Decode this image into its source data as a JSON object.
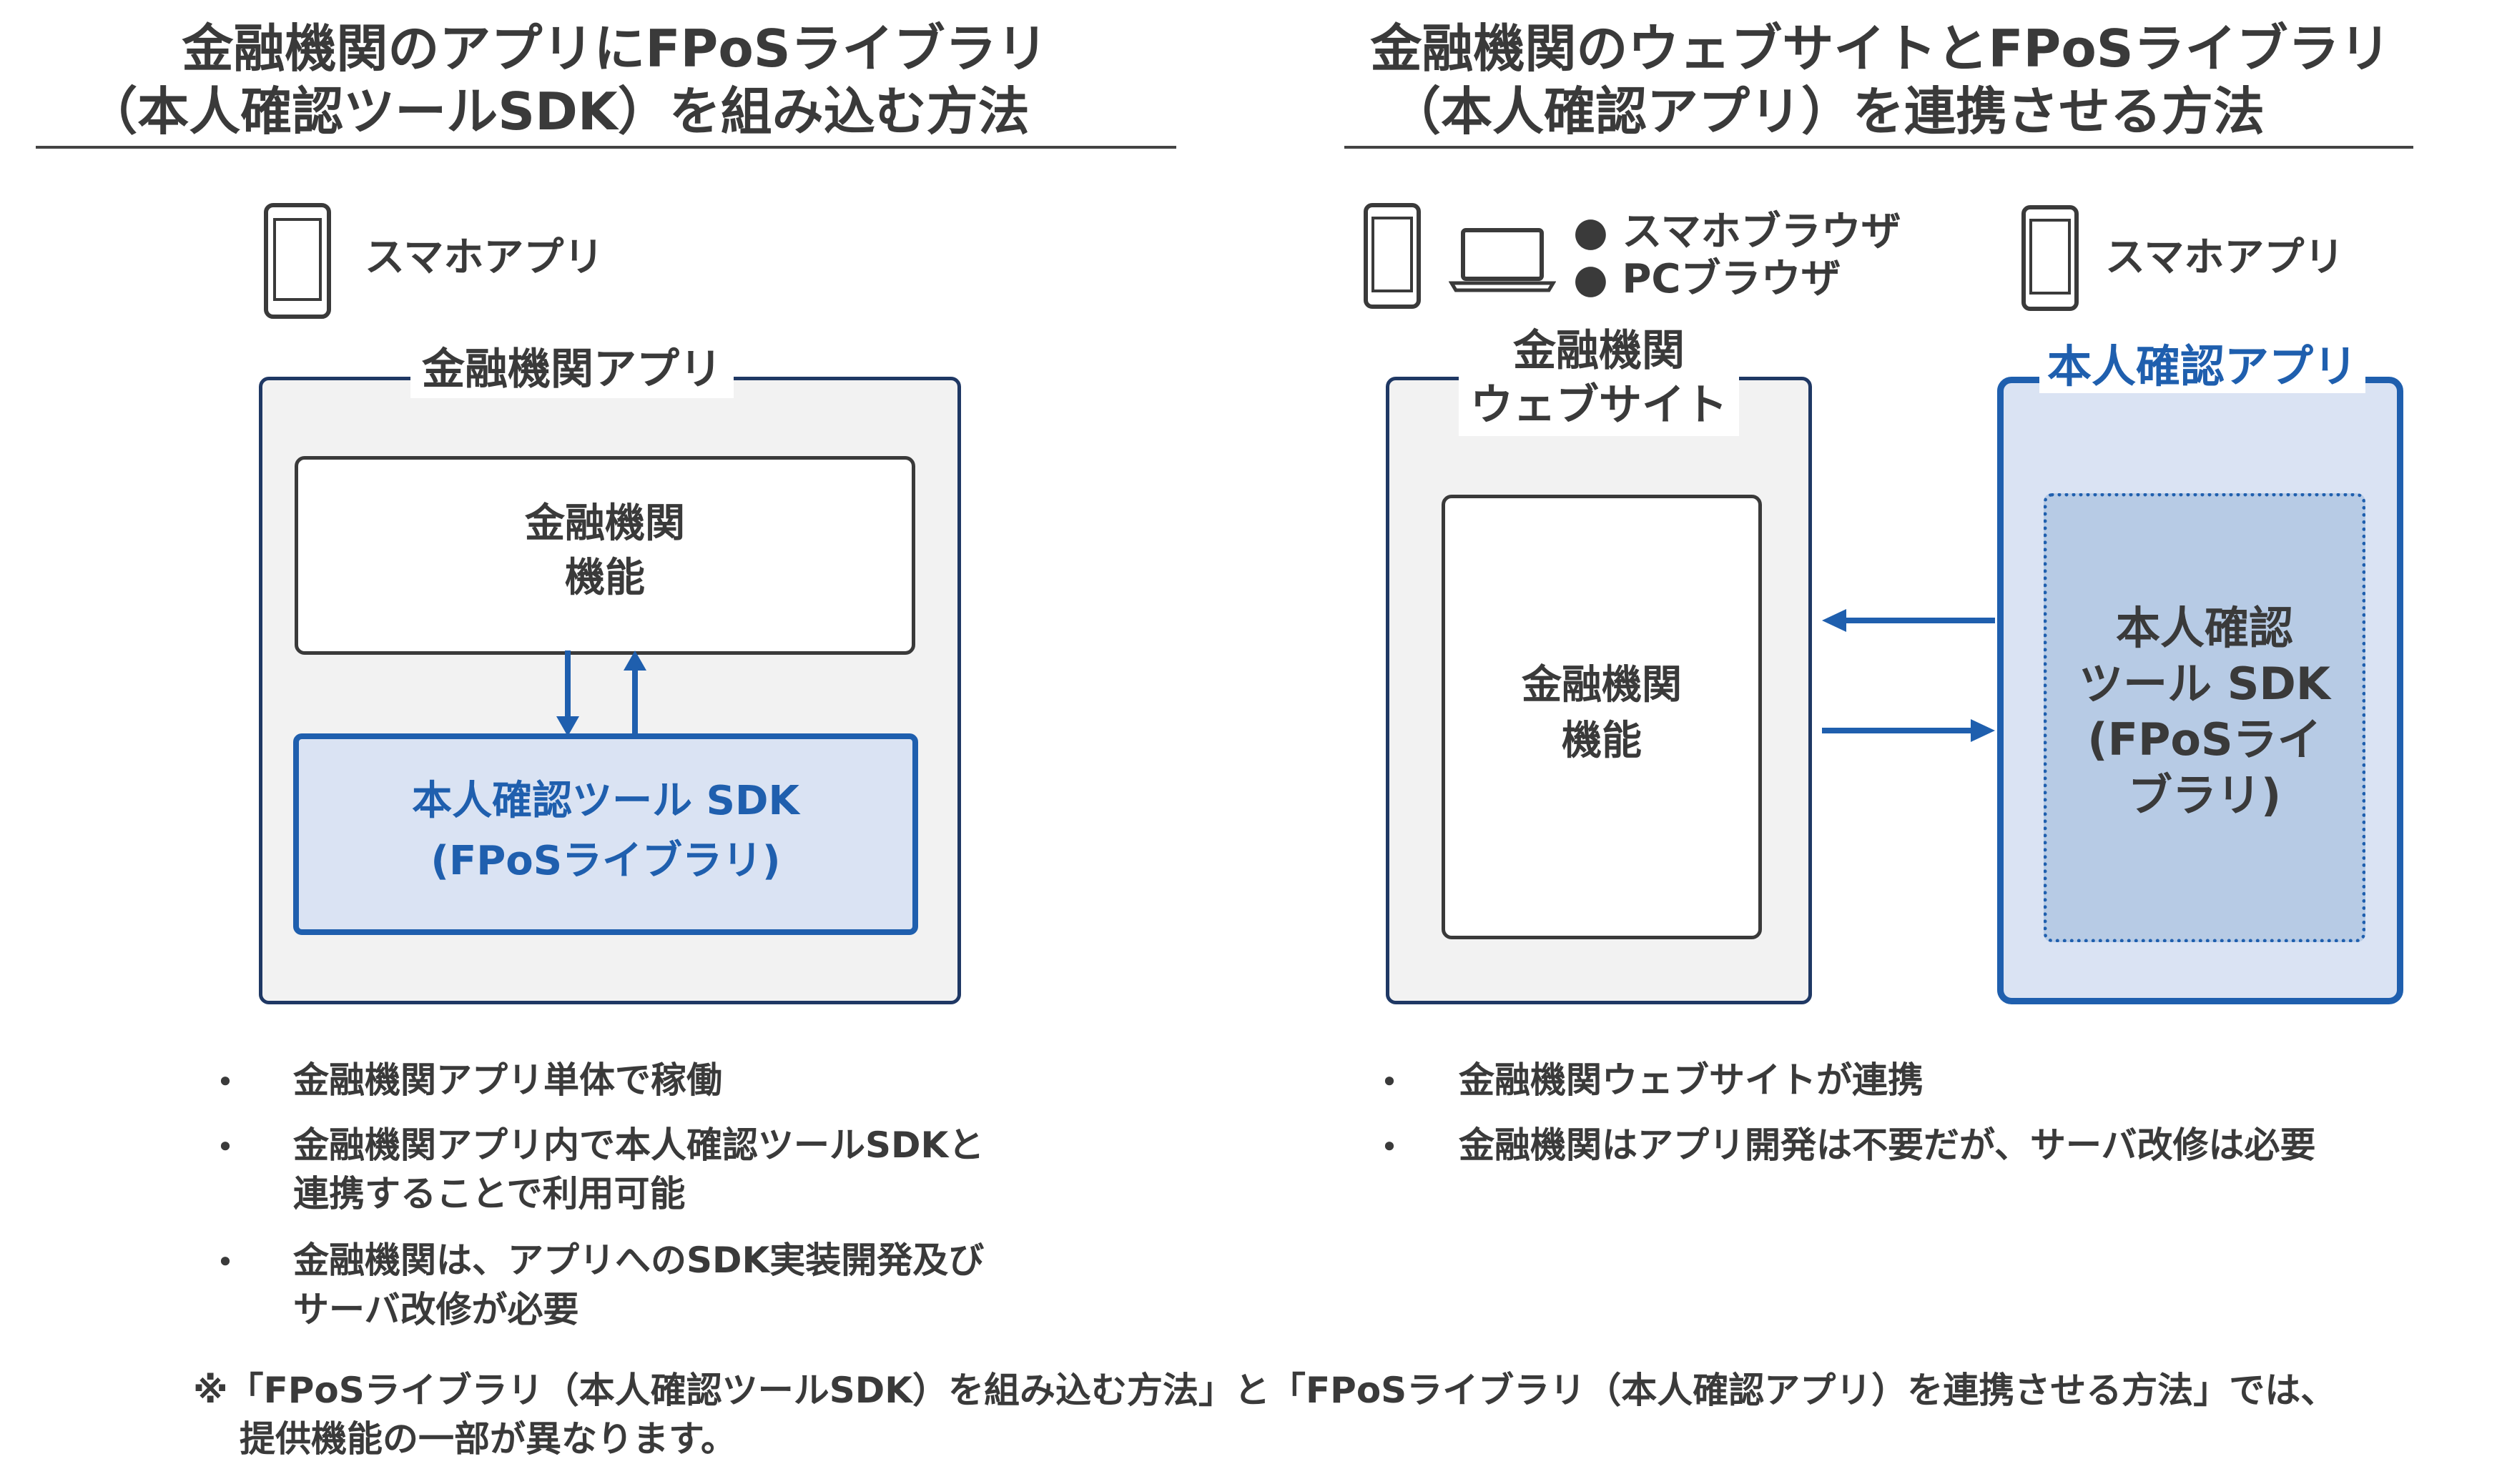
{
  "left": {
    "title_line1": "金融機関のアプリにFPoSライブラリ",
    "title_line2": "（本人確認ツールSDK）を組み込む方法",
    "device_label": "スマホアプリ",
    "app_tag": "金融機関アプリ",
    "function_box_line1": "金融機関",
    "function_box_line2": "機能",
    "sdk_box_line1": "本人確認ツール SDK",
    "sdk_box_line2": "(FPoSライブラリ)",
    "bullets": [
      {
        "line1": "金融機関アプリ単体で稼働",
        "line2": ""
      },
      {
        "line1": "金融機関アプリ内で本人確認ツールSDKと",
        "line2": "連携することで利用可能"
      },
      {
        "line1": "金融機関は、アプリへのSDK実装開発及び",
        "line2": "サーバ改修が必要"
      }
    ]
  },
  "right": {
    "title_line1": "金融機関のウェブサイトとFPoSライブラリ",
    "title_line2": "（本人確認アプリ）を連携させる方法",
    "browser_labels": [
      "● スマホブラウザ",
      "● PCブラウザ"
    ],
    "device_label": "スマホアプリ",
    "website_tag_line1": "金融機関",
    "website_tag_line2": "ウェブサイト",
    "function_box_line1": "金融機関",
    "function_box_line2": "機能",
    "app_tag": "本人確認アプリ",
    "sdk_line1": "本人確認",
    "sdk_line2": "ツール SDK",
    "sdk_line3": "(FPoSライ",
    "sdk_line4": "ブラリ)",
    "bullets": [
      {
        "line1": "金融機関ウェブサイトが連携"
      },
      {
        "line1": "金融機関はアプリ開発は不要だが、サーバ改修は必要"
      }
    ]
  },
  "bullet_char": "・",
  "footnote_line1": "※「FPoSライブラリ（本人確認ツールSDK）を組み込む方法」と「FPoSライブラリ（本人確認アプリ）を連携させる方法」では、",
  "footnote_line2": "提供機能の一部が異なります。",
  "colors": {
    "accent_blue": "#1f5fae",
    "dark_navy": "#1f3864",
    "light_blue": "#dae3f3",
    "grey_bg": "#f2f2f2"
  },
  "icons": [
    "smartphone-icon",
    "laptop-icon",
    "arrow-down-icon",
    "arrow-up-icon",
    "arrow-left-icon",
    "arrow-right-icon"
  ]
}
